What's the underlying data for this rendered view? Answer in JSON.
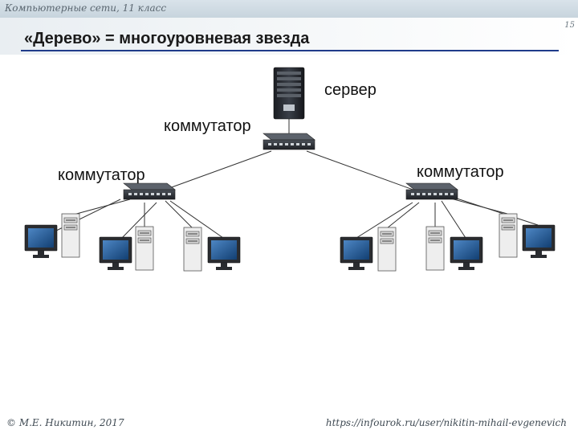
{
  "header": {
    "course": "Компьютерные сети, 11 класс",
    "slide_number": "15"
  },
  "slide": {
    "title": "«Дерево» = многоуровневая звезда"
  },
  "diagram": {
    "server_label": "сервер",
    "switch_labels": [
      "коммутатор",
      "коммутатор",
      "коммутатор"
    ]
  },
  "footer": {
    "author": "© М.Е. Никитин, 2017",
    "url": "https://infourok.ru/user/nikitin-mihail-evgenevich"
  },
  "colors": {
    "title_rule": "#1f3b8a",
    "device_dark": "#2b2f36",
    "monitor_screen": "#1f4f86"
  }
}
